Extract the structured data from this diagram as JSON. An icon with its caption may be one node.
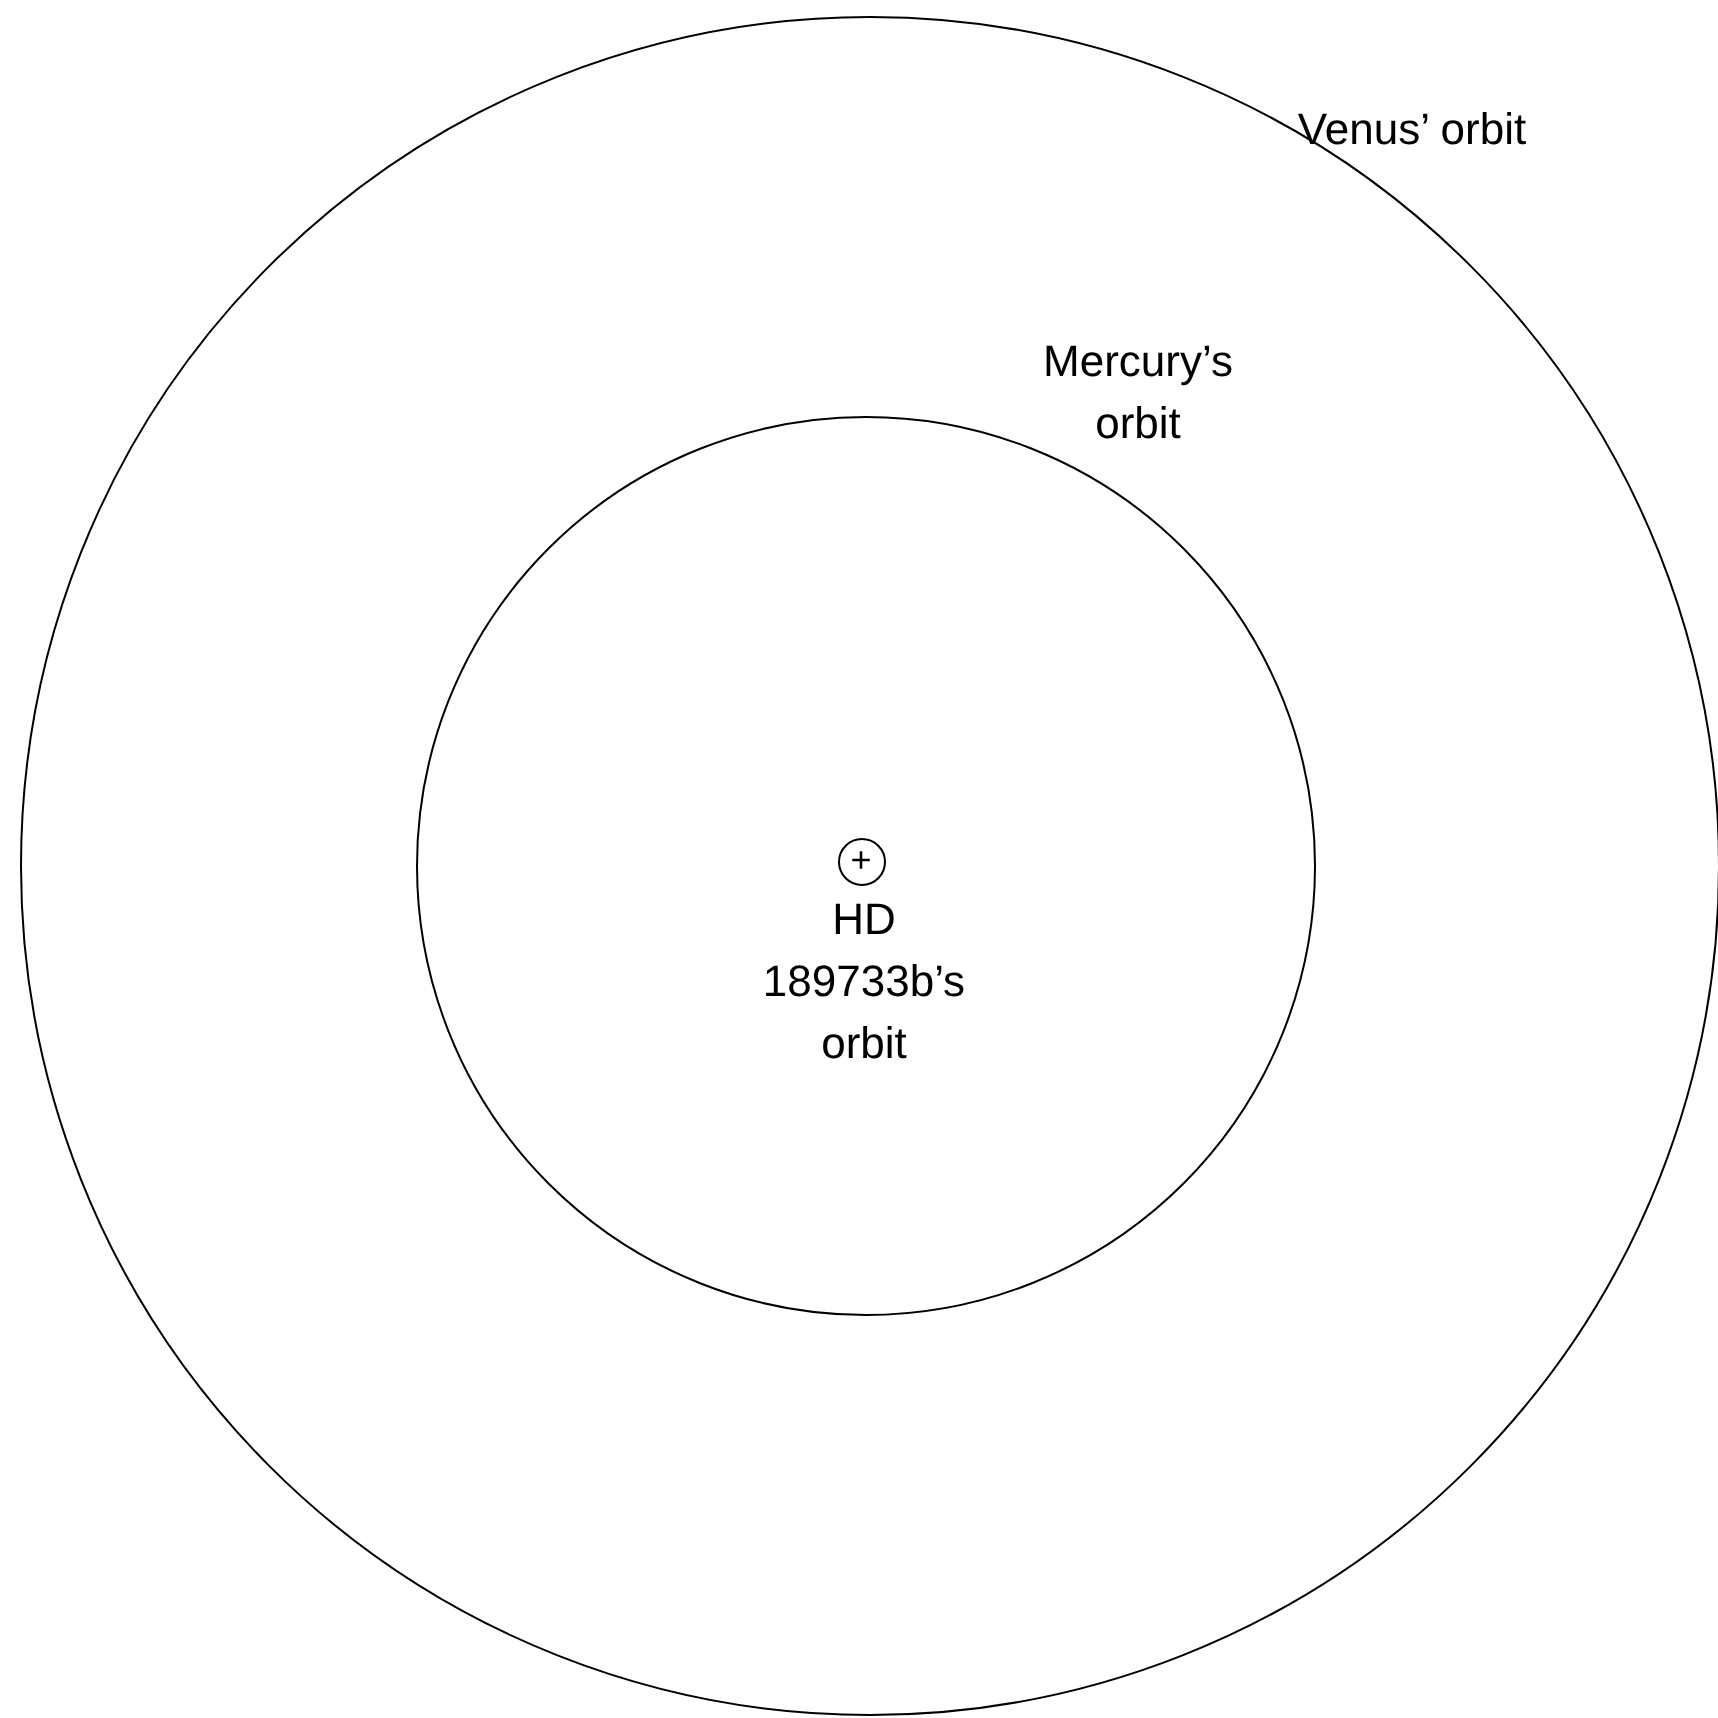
{
  "diagram": {
    "nodes": [
      {
        "text": [
          "Venus’ orbit"
        ]
      },
      {
        "text": [
          "Mercury’s orbit"
        ],
        "in": 0
      },
      {
        "text": [
          "HD 189733b’s orbit"
        ],
        "in": 1
      }
    ],
    "edges": [],
    "labels": [
      "+"
    ]
  }
}
